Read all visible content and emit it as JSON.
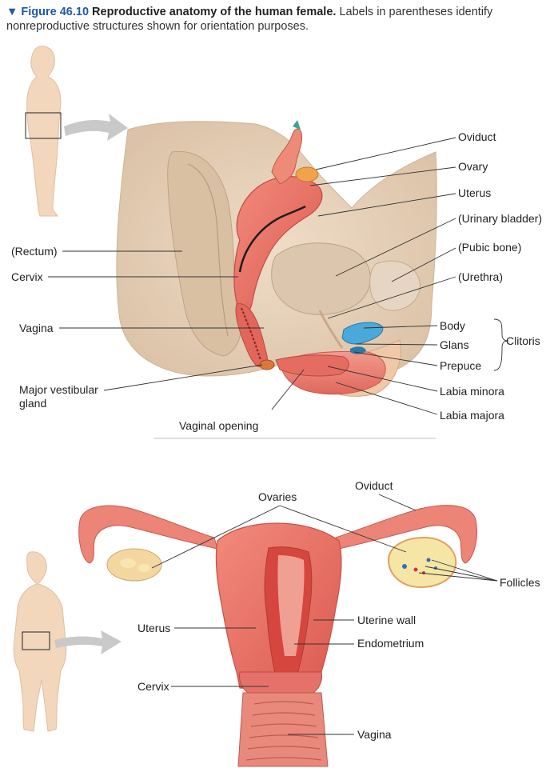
{
  "caption": {
    "marker": "▼",
    "number": "Figure 46.10",
    "title": "Reproductive anatomy of the human female.",
    "text": "Labels in parentheses identify nonreproductive structures shown for orientation purposes."
  },
  "side_view": {
    "labels": {
      "oviduct": "Oviduct",
      "ovary": "Ovary",
      "uterus": "Uterus",
      "urinary_bladder": "(Urinary bladder)",
      "pubic_bone": "(Pubic bone)",
      "urethra": "(Urethra)",
      "rectum": "(Rectum)",
      "cervix": "Cervix",
      "vagina": "Vagina",
      "body": "Body",
      "glans": "Glans",
      "prepuce": "Prepuce",
      "clitoris": "Clitoris",
      "major_vestibular_gland_1": "Major vestibular",
      "major_vestibular_gland_2": "gland",
      "labia_minora": "Labia minora",
      "labia_majora": "Labia majora",
      "vaginal_opening": "Vaginal opening"
    }
  },
  "front_view": {
    "labels": {
      "oviduct": "Oviduct",
      "ovaries": "Ovaries",
      "follicles": "Follicles",
      "uterus": "Uterus",
      "uterine_wall": "Uterine wall",
      "endometrium": "Endometrium",
      "cervix": "Cervix",
      "vagina": "Vagina"
    }
  },
  "colors": {
    "caption_blue": "#1f5aa6",
    "skin": "#f2d7bd",
    "tissue": "#e8d3bd",
    "organ_red": "#ee7a6e",
    "organ_dark": "#d9574f",
    "ovary_yellow": "#f4e4a0",
    "clitoris_blue": "#4aa9d8"
  }
}
